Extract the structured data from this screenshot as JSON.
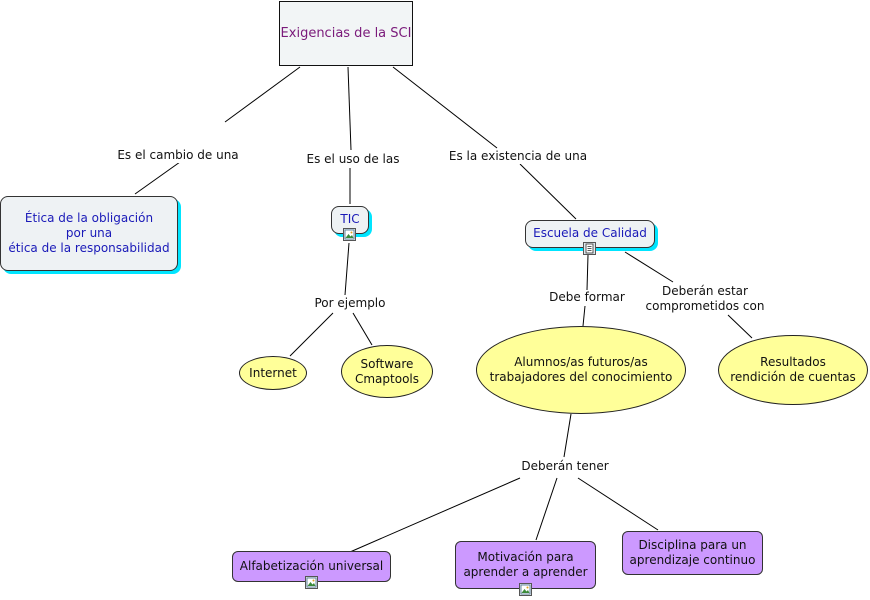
{
  "root": {
    "label": "Exigencias de la SCI"
  },
  "concepts": {
    "etica": "Ética de la obligación\npor una\nética de la responsabilidad",
    "tic": "TIC",
    "escuela": "Escuela de Calidad",
    "internet": "Internet",
    "software": "Software\nCmaptools",
    "alumnos": "Alumnos/as futuros/as\ntrabajadores del conocimiento",
    "resultados": "Resultados\nrendición de cuentas",
    "alfabetizacion": "Alfabetización universal",
    "motivacion": "Motivación para\naprender a aprender",
    "disciplina": "Disciplina para un\naprendizaje continuo"
  },
  "linking_phrases": {
    "cambio": "Es el cambio de una",
    "uso": "Es el uso de las",
    "existencia": "Es la existencia de una",
    "ejemplo": "Por ejemplo",
    "formar": "Debe formar",
    "comprometidos": "Deberán estar\ncomprometidos con",
    "tener": "Deberán tener"
  },
  "colors": {
    "root_text": "#7a1a7a",
    "blue_node_text": "#1a1ab8",
    "blue_node_shadow": "#00e5ff",
    "ellipse_fill": "#ffff99",
    "purple_fill": "#cc99ff"
  },
  "icons": {
    "tic": "image-icon",
    "escuela": "document-icon",
    "alfabetizacion": "image-icon",
    "motivacion": "image-icon"
  }
}
